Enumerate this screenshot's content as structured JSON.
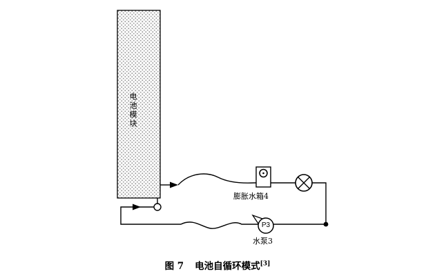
{
  "diagram": {
    "battery_label": "电池模块",
    "expansion_tank_label": "膨胀水箱4",
    "pump_symbol_label": "P3",
    "pump_label": "水泵3"
  },
  "caption": {
    "figure_number": "图 7",
    "title": "电池自循环模式",
    "superscript": "[3]"
  },
  "colors": {
    "line": "#000000",
    "background": "#ffffff",
    "battery_dot": "#8a8a8a"
  }
}
